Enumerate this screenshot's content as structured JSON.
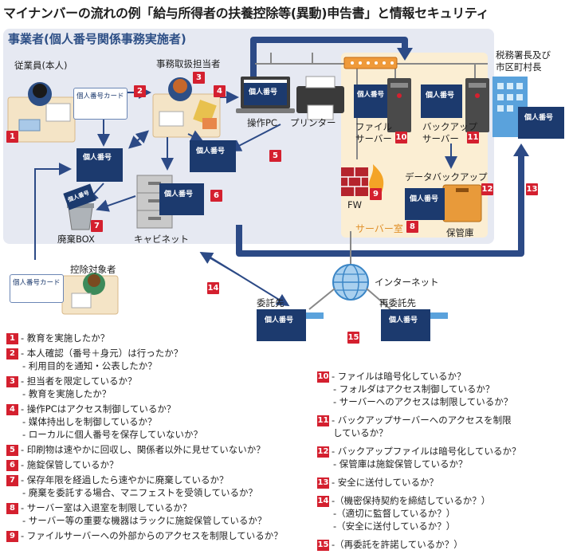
{
  "title": "マイナンバーの流れの例「給与所得者の扶養控除等(異動)申告書」と情報セキュリティ",
  "business": {
    "label": "事業者(個人番号関係事務実施者)"
  },
  "labels": {
    "employee": "従業員(本人)",
    "handler": "事務取扱担当者",
    "pc": "操作PC",
    "printer": "プリンター",
    "file_server": "ファイル\nサーバー",
    "backup_server": "バックアップ\nサーバー",
    "data_backup": "データバックアップ",
    "storage": "保管庫",
    "server_room": "サーバー室",
    "fw": "FW",
    "disposal": "廃棄BOX",
    "cabinet": "キャビネット",
    "tax_office": "税務署長及び\n市区町村長",
    "deduction_person": "控除対象者",
    "internet": "インターネット",
    "contractor": "委託先",
    "subcontractor": "再委託先"
  },
  "card_texts": {
    "mynumber": "個人番号",
    "mynumber_card": "個人番号カード"
  },
  "badges": [
    "1",
    "2",
    "3",
    "4",
    "5",
    "6",
    "7",
    "8",
    "9",
    "10",
    "11",
    "12",
    "13",
    "14",
    "15"
  ],
  "legend_left": [
    {
      "num": "1",
      "lines": [
        "- 教育を実施したか？"
      ]
    },
    {
      "num": "2",
      "lines": [
        "- 本人確認（番号＋身元）は行ったか？",
        "- 利用目的を通知・公表したか？"
      ]
    },
    {
      "num": "3",
      "lines": [
        "- 担当者を限定しているか？",
        "- 教育を実施したか？"
      ]
    },
    {
      "num": "4",
      "lines": [
        "- 操作PCはアクセス制御しているか？",
        "- 媒体持出しを制御しているか？",
        "- ローカルに個人番号を保存していないか？"
      ]
    },
    {
      "num": "5",
      "lines": [
        "- 印刷物は速やかに回収し、関係者以外に見せていないか？"
      ]
    },
    {
      "num": "6",
      "lines": [
        "- 施錠保管しているか？"
      ]
    },
    {
      "num": "7",
      "lines": [
        "- 保存年限を経過したら速やかに廃棄しているか？",
        "- 廃棄を委託する場合、マニフェストを受領しているか？"
      ]
    },
    {
      "num": "8",
      "lines": [
        "- サーバー室は入退室を制限しているか？",
        "- サーバー等の重要な機器はラックに施錠保管しているか？"
      ]
    },
    {
      "num": "9",
      "lines": [
        "- ファイルサーバーへの外部からのアクセスを制限しているか？"
      ]
    }
  ],
  "legend_right": [
    {
      "num": "10",
      "lines": [
        "- ファイルは暗号化しているか？",
        "- フォルダはアクセス制御しているか？",
        "- サーバーへのアクセスは制限しているか？"
      ]
    },
    {
      "num": "11",
      "lines": [
        "- バックアップサーバーへのアクセスを制限",
        "しているか？"
      ]
    },
    {
      "num": "12",
      "lines": [
        "- バックアップファイルは暗号化しているか？",
        "- 保管庫は施錠保管しているか？"
      ]
    },
    {
      "num": "13",
      "lines": [
        "- 安全に送付しているか？"
      ]
    },
    {
      "num": "14",
      "lines": [
        "-（機密保持契約を締結しているか？）",
        "-（適切に監督しているか？）",
        "-（安全に送付しているか？）"
      ]
    },
    {
      "num": "15",
      "lines": [
        "-（再委託を許諾しているか？）"
      ]
    }
  ],
  "colors": {
    "accent_red": "#d4202f",
    "navy": "#1c3a6e",
    "light_blue_bg": "#e6e9f2",
    "server_room_bg": "#fbeed3",
    "arrow": "#2c4a86"
  }
}
